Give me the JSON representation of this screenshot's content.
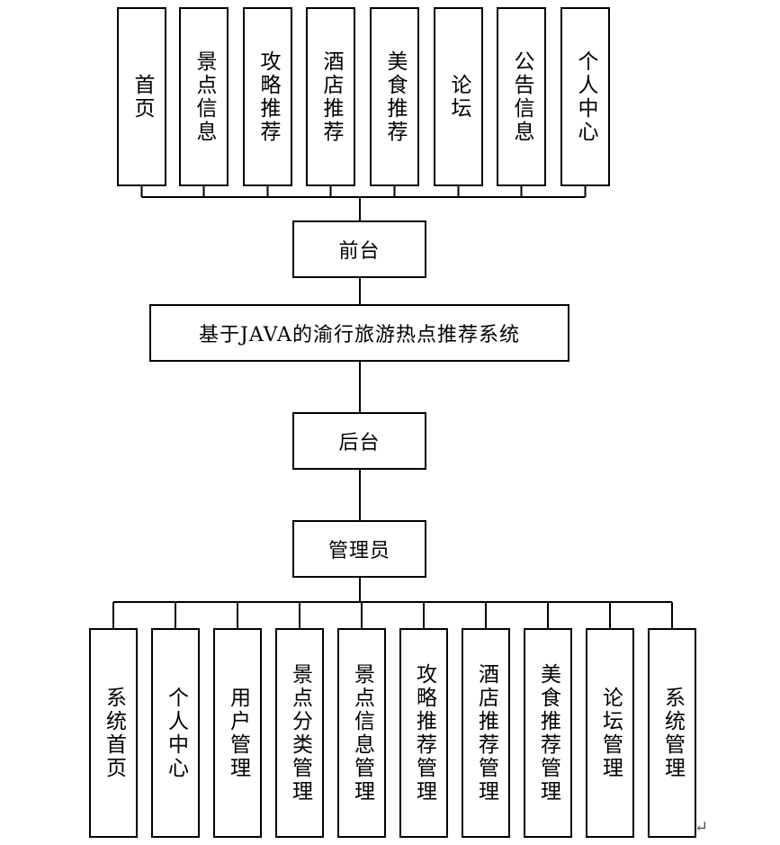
{
  "diagram": {
    "frontend_node": "前台",
    "system_node": "基于JAVA的渝行旅游热点推荐系统",
    "backend_node": "后台",
    "admin_node": "管理员",
    "front_modules": [
      "首页",
      "景点信息",
      "攻略推荐",
      "酒店推荐",
      "美食推荐",
      "论坛",
      "公告信息",
      "个人中心"
    ],
    "admin_modules": [
      "系统首页",
      "个人中心",
      "用户管理",
      "景点分类管理",
      "景点信息管理",
      "攻略推荐管理",
      "酒店推荐管理",
      "美食推荐管理",
      "论坛管理",
      "系统管理"
    ],
    "paragraph_mark": "↵"
  }
}
